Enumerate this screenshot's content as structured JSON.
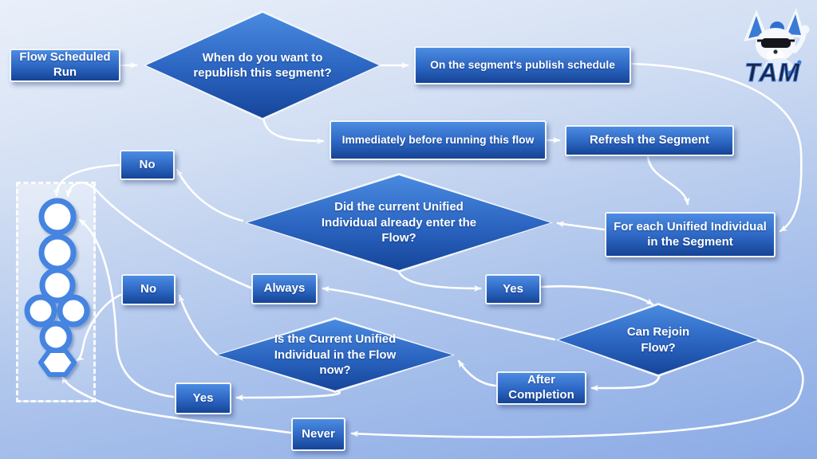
{
  "title": "Flow segment republish decision flowchart",
  "logo": {
    "text": "TAM",
    "icon": "tam-mascot-dog-with-sunglasses"
  },
  "colors": {
    "node_gradient_top": "#4d8ce2",
    "node_gradient_mid": "#2c66c2",
    "node_gradient_bottom": "#154495",
    "node_border": "#f2f6fc",
    "arrow": "#ffffff",
    "flow_shape_ring": "#4484e0",
    "background_top": "#eaf0fa",
    "background_bottom": "#8babe6"
  },
  "nodes": {
    "flow_scheduled_run": {
      "label": "Flow Scheduled Run",
      "type": "process"
    },
    "when_republish": {
      "label": "When do you want to republish this segment?",
      "type": "decision"
    },
    "publish_schedule": {
      "label": "On the segment's publish schedule",
      "type": "answer"
    },
    "immediately_before": {
      "label": "Immediately before running this flow",
      "type": "answer"
    },
    "refresh_segment": {
      "label": "Refresh the Segment",
      "type": "process"
    },
    "for_each": {
      "label": "For each Unified Individual in the Segment",
      "type": "process"
    },
    "did_enter": {
      "label": "Did the current Unified Individual already enter the Flow?",
      "type": "decision"
    },
    "no_1": {
      "label": "No",
      "type": "answer"
    },
    "always": {
      "label": "Always",
      "type": "answer"
    },
    "yes_1": {
      "label": "Yes",
      "type": "answer"
    },
    "can_rejoin": {
      "label": "Can Rejoin Flow?",
      "type": "decision"
    },
    "no_2": {
      "label": "No",
      "type": "answer"
    },
    "is_in_flow": {
      "label": "Is the Current Unified Individual in the Flow now?",
      "type": "decision"
    },
    "after_completion": {
      "label": "After Completion",
      "type": "answer"
    },
    "yes_2": {
      "label": "Yes",
      "type": "answer"
    },
    "never": {
      "label": "Never",
      "type": "answer"
    },
    "flow_strip": {
      "label": "",
      "type": "flow-elements",
      "shapes": [
        "circle",
        "circle",
        "circle",
        "circle-pair",
        "circle",
        "hexagon"
      ]
    }
  },
  "edges": [
    {
      "from": "flow_scheduled_run",
      "to": "when_republish"
    },
    {
      "from": "when_republish",
      "to": "publish_schedule"
    },
    {
      "from": "when_republish",
      "to": "immediately_before"
    },
    {
      "from": "immediately_before",
      "to": "refresh_segment"
    },
    {
      "from": "refresh_segment",
      "to": "for_each"
    },
    {
      "from": "publish_schedule",
      "to": "for_each"
    },
    {
      "from": "for_each",
      "to": "did_enter"
    },
    {
      "from": "did_enter",
      "to": "no_1"
    },
    {
      "from": "no_1",
      "to": "flow_strip_entry"
    },
    {
      "from": "did_enter",
      "to": "yes_1"
    },
    {
      "from": "yes_1",
      "to": "can_rejoin"
    },
    {
      "from": "can_rejoin",
      "to": "always"
    },
    {
      "from": "always",
      "to": "flow_strip_entry"
    },
    {
      "from": "can_rejoin",
      "to": "after_completion"
    },
    {
      "from": "after_completion",
      "to": "is_in_flow"
    },
    {
      "from": "is_in_flow",
      "to": "no_2"
    },
    {
      "from": "is_in_flow",
      "to": "yes_2"
    },
    {
      "from": "yes_2",
      "to": "flow_strip_entry"
    },
    {
      "from": "no_2",
      "to": "flow_strip_end"
    },
    {
      "from": "can_rejoin",
      "to": "never"
    },
    {
      "from": "never",
      "to": "flow_strip_end"
    }
  ]
}
